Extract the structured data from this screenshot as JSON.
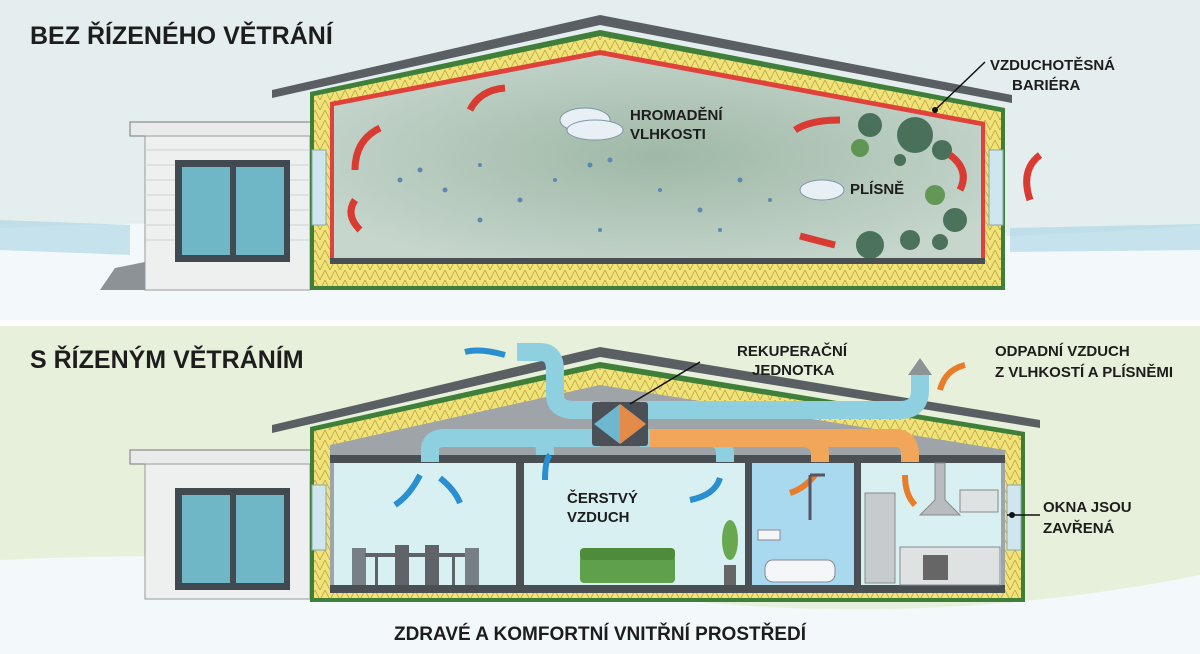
{
  "top_panel": {
    "title": "BEZ ŘÍZENÉHO VĚTRÁNÍ",
    "labels": {
      "moisture_line1": "HROMADĚNÍ",
      "moisture_line2": "VLHKOSTI",
      "barrier_line1": "VZDUCHOTĚSNÁ",
      "barrier_line2": "BARIÉRA",
      "mold": "PLÍSNĚ"
    }
  },
  "bottom_panel": {
    "title": "S ŘÍZENÝM VĚTRÁNÍM",
    "labels": {
      "unit_line1": "REKUPERAČNÍ",
      "unit_line2": "JEDNOTKA",
      "exhaust_line1": "ODPADNÍ VZDUCH",
      "exhaust_line2": "Z VLHKOSTÍ A PLÍSNĚMI",
      "fresh_line1": "ČERSTVÝ",
      "fresh_line2": "VZDUCH",
      "windows_line1": "OKNA JSOU",
      "windows_line2": "ZAVŘENÁ"
    },
    "caption": "ZDRAVÉ A KOMFORTNÍ VNITŘNÍ PROSTŘEDÍ"
  },
  "colors": {
    "top_bg": "#e4eeee",
    "bottom_bg": "#e6f0da",
    "insulation": "#f2e27a",
    "barrier_red": "#e0413a",
    "fresh_duct": "#8fd0e0",
    "exhaust_duct": "#f2a65a",
    "roof": "#5a5f63",
    "arrow_red": "#d93b33",
    "arrow_blue": "#2a8fd0",
    "arrow_orange": "#e77d2a"
  }
}
